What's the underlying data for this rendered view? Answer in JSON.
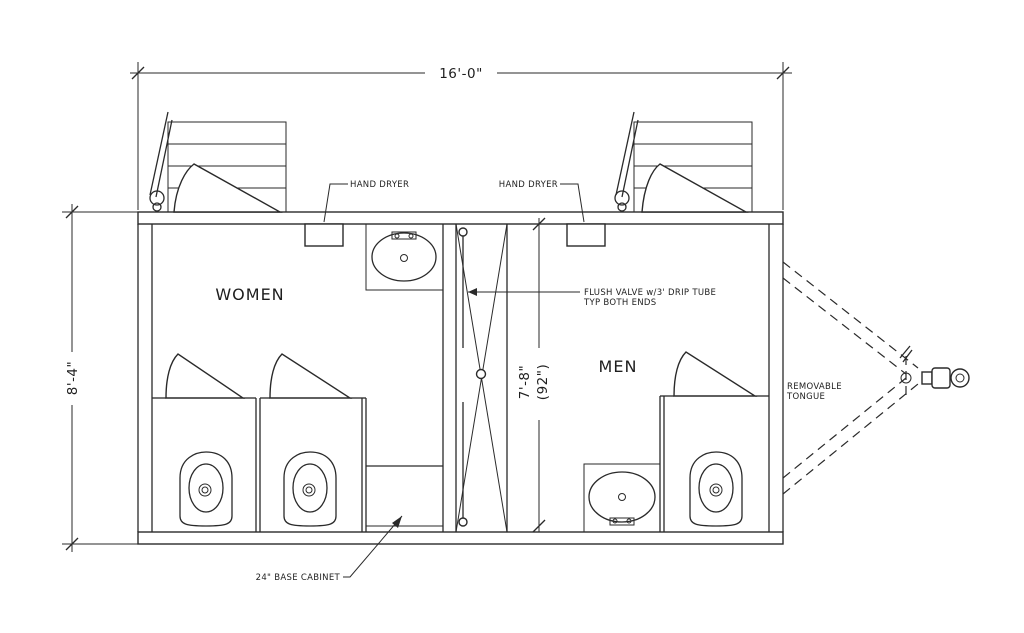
{
  "dimensions": {
    "overall_width": "16'-0\"",
    "overall_depth": "8'-4\"",
    "interior_depth": "7'-8\"",
    "interior_depth_inches": "(92\")"
  },
  "rooms": {
    "women": "WOMEN",
    "men": "MEN"
  },
  "labels": {
    "hand_dryer_left": "HAND DRYER",
    "hand_dryer_right": "HAND DRYER",
    "flush_valve_line1": "FLUSH VALVE w/3' DRIP TUBE",
    "flush_valve_line2": "TYP BOTH ENDS",
    "tongue_line1": "REMOVABLE",
    "tongue_line2": "TONGUE",
    "base_cabinet": "24\" BASE CABINET"
  },
  "colors": {
    "line": "#2a2a2a",
    "background": "#ffffff"
  }
}
